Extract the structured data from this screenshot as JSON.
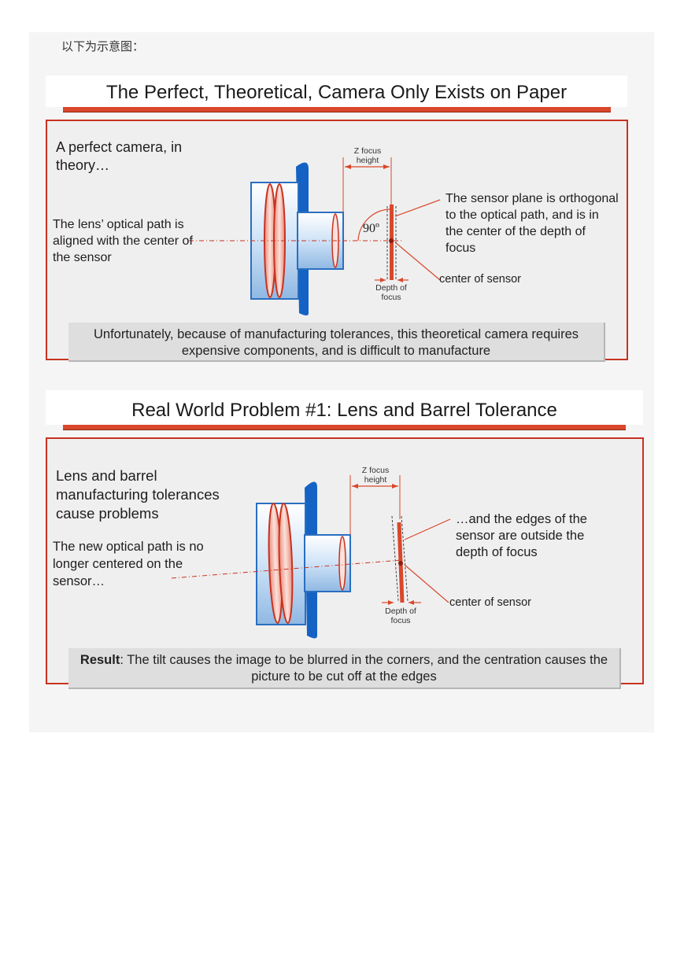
{
  "intro": "以下为示意图：",
  "slide1": {
    "title": "The Perfect, Theoretical, Camera Only Exists on Paper",
    "heading": "A perfect camera, in theory…",
    "left_label": "The lens’ optical path is aligned with the center of the sensor",
    "z_focus": "Z focus height",
    "angle": "90º",
    "right_label": "The sensor plane is orthogonal to the optical path, and is in the center of the depth of focus",
    "center_label": "center of sensor",
    "depth_label": "Depth of focus",
    "caption": "Unfortunately, because of manufacturing tolerances, this theoretical camera requires expensive components, and is difficult to manufacture"
  },
  "slide2": {
    "title": "Real World Problem #1: Lens and Barrel Tolerance",
    "heading": "Lens and barrel manufacturing tolerances cause problems",
    "left_label": "The new optical path is no longer centered on the sensor…",
    "z_focus": "Z focus height",
    "right_label": "…and the edges of the sensor are outside the depth of focus",
    "center_label": "center of sensor",
    "depth_label": "Depth of focus",
    "caption_bold": "Result",
    "caption_rest": ": The tilt causes the image to be blurred in the corners, and the centration causes the picture to be cut off at the edges"
  },
  "colors": {
    "accent": "#d9472b",
    "frame": "#c8321f",
    "lens_blue": "#2a6fc0",
    "barrel_blue": "#1463c4"
  }
}
